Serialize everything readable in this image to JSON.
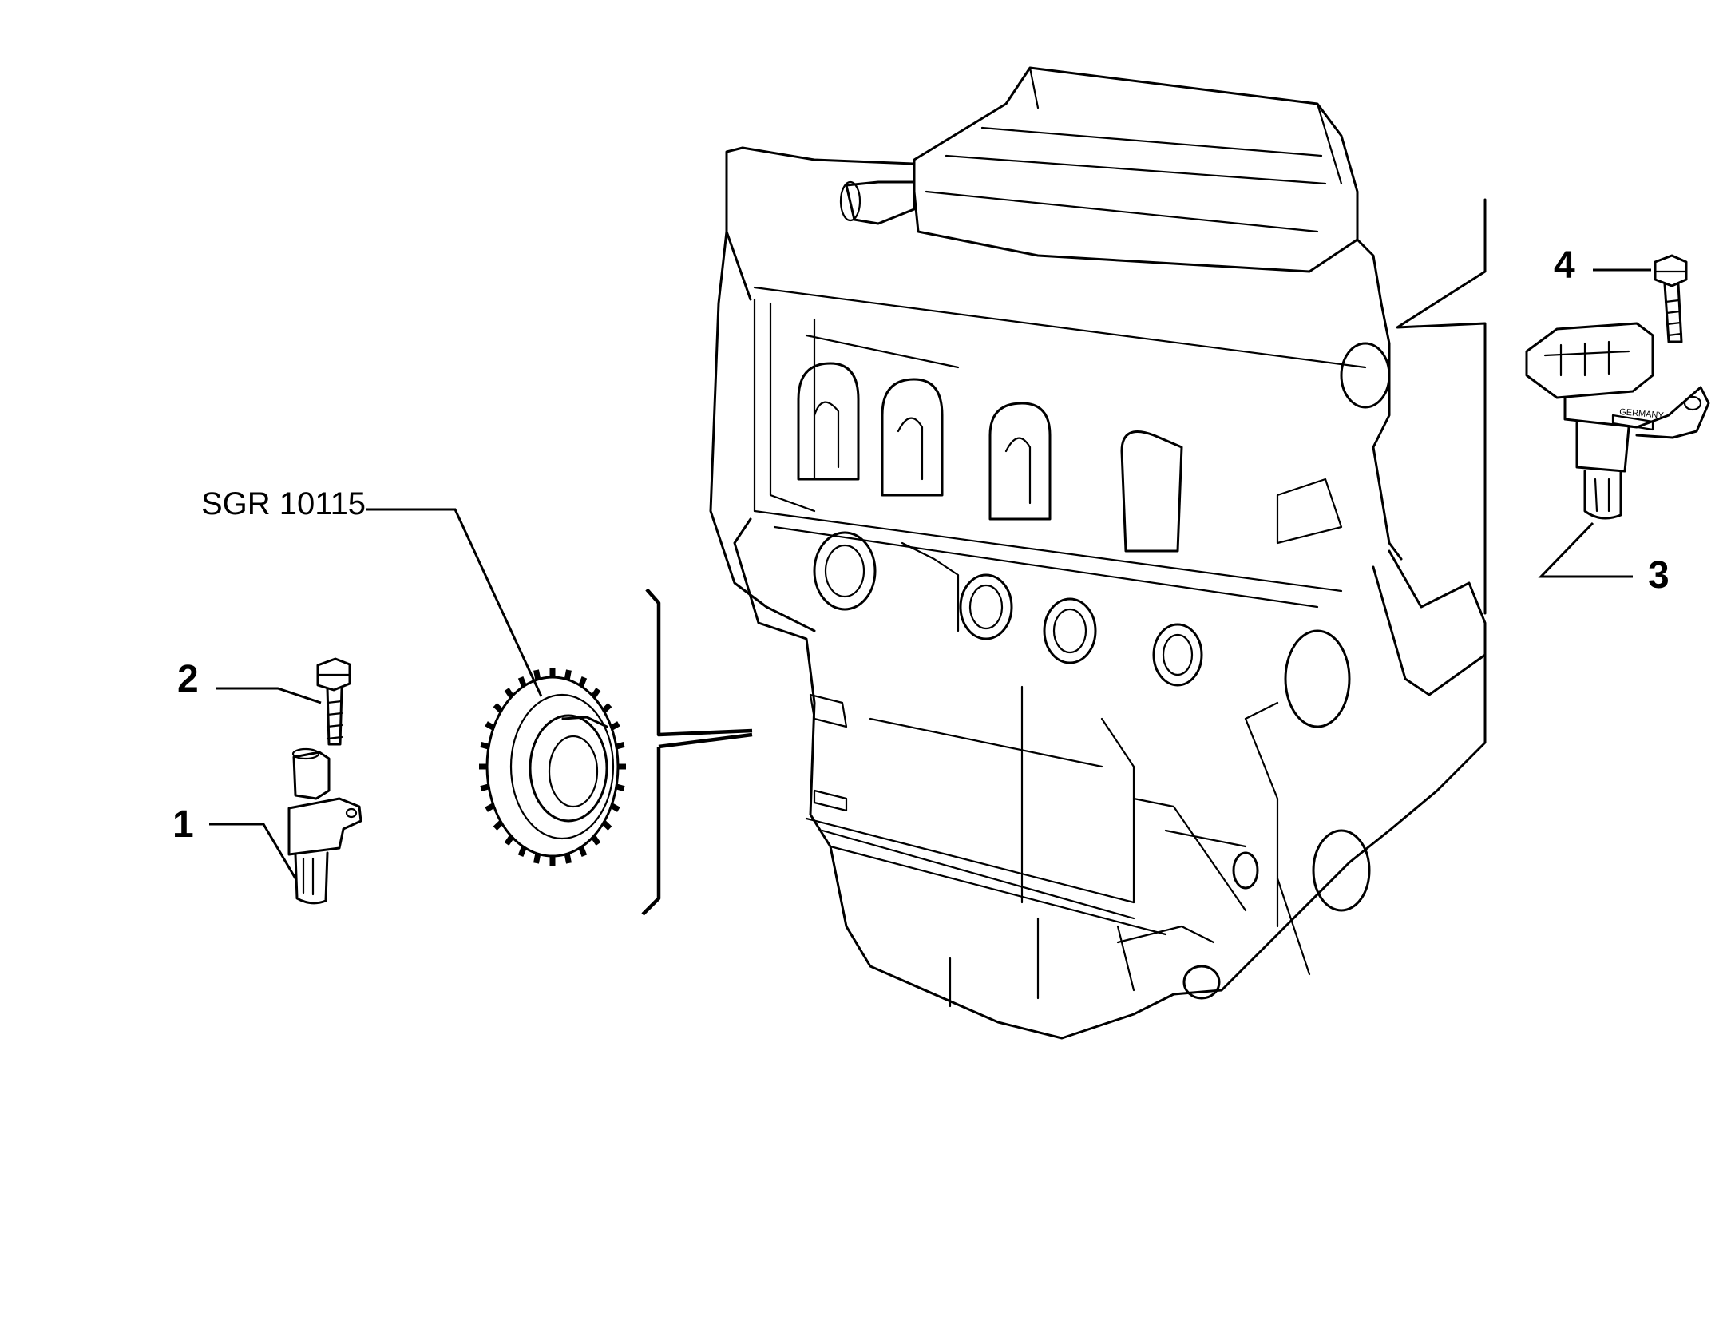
{
  "callouts": {
    "ref": "SGR 10115",
    "part_1": "1",
    "part_2": "2",
    "part_3": "3",
    "part_4": "4"
  },
  "sensor_marking": "GERMANY",
  "icons": {
    "engine": "engine-block-icon",
    "tone_wheel": "tone-wheel-icon",
    "crank_sensor": "crankshaft-sensor-icon",
    "cam_sensor": "camshaft-sensor-icon",
    "bolt": "bolt-icon"
  },
  "colors": {
    "line": "#000000",
    "background": "#ffffff"
  }
}
